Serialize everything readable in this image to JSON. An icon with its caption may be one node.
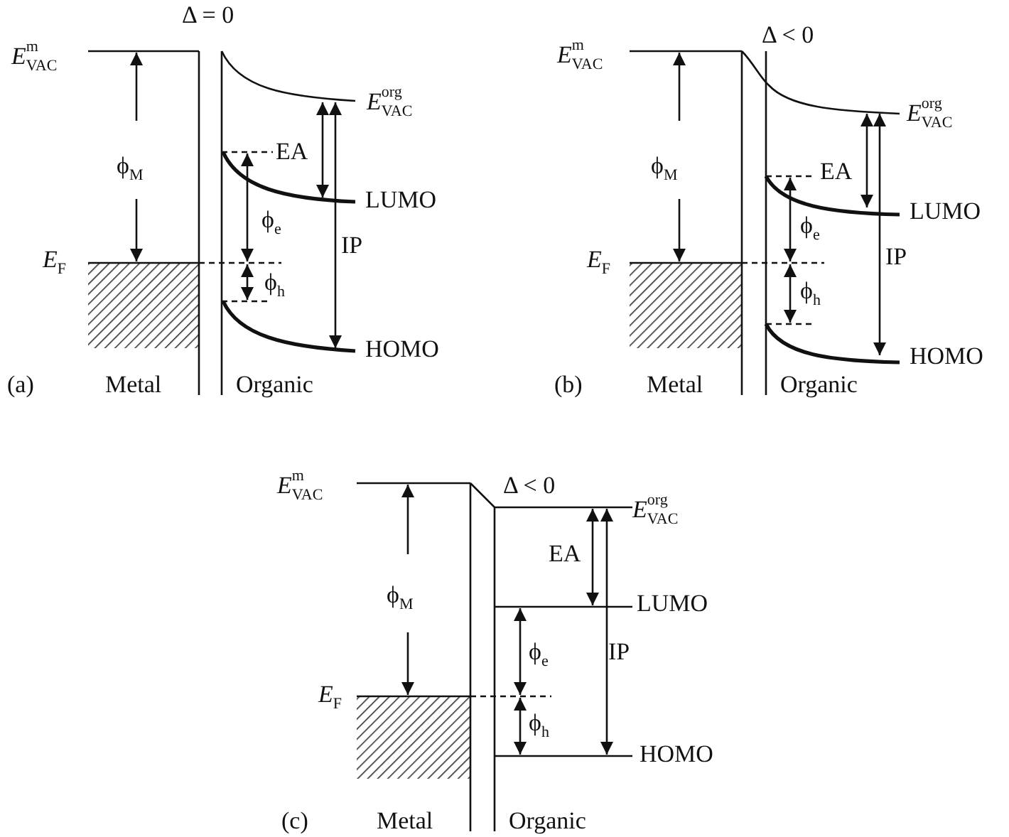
{
  "diagram": {
    "labels": [
      "Δ = 0",
      "*E*$^{m}$$_{VAC}$",
      "ϕ$_{M}$",
      "*E*$^{org}$$_{VAC}$",
      "EA",
      "LUMO",
      "ϕ$_{e}$",
      "IP",
      "*E*$_{F}$",
      "ϕ$_{h}$",
      "HOMO",
      "(a)",
      "Metal",
      "Organic",
      "Δ < 0",
      "*E*$^{m}$$_{VAC}$",
      "ϕ$_{M}$",
      "*E*$^{org}$$_{VAC}$",
      "EA",
      "LUMO",
      "ϕ$_{e}$",
      "IP",
      "*E*$_{F}$",
      "ϕ$_{h}$",
      "HOMO",
      "(b)",
      "Metal",
      "Organic",
      "Δ < 0",
      "*E*$^{m}$$_{VAC}$",
      "ϕ$_{M}$",
      "*E*$^{org}$$_{VAC}$",
      "EA",
      "LUMO",
      "ϕ$_{e}$",
      "IP",
      "*E*$_{F}$",
      "ϕ$_{h}$",
      "HOMO",
      "(c)",
      "Metal",
      "Organic"
    ]
  }
}
